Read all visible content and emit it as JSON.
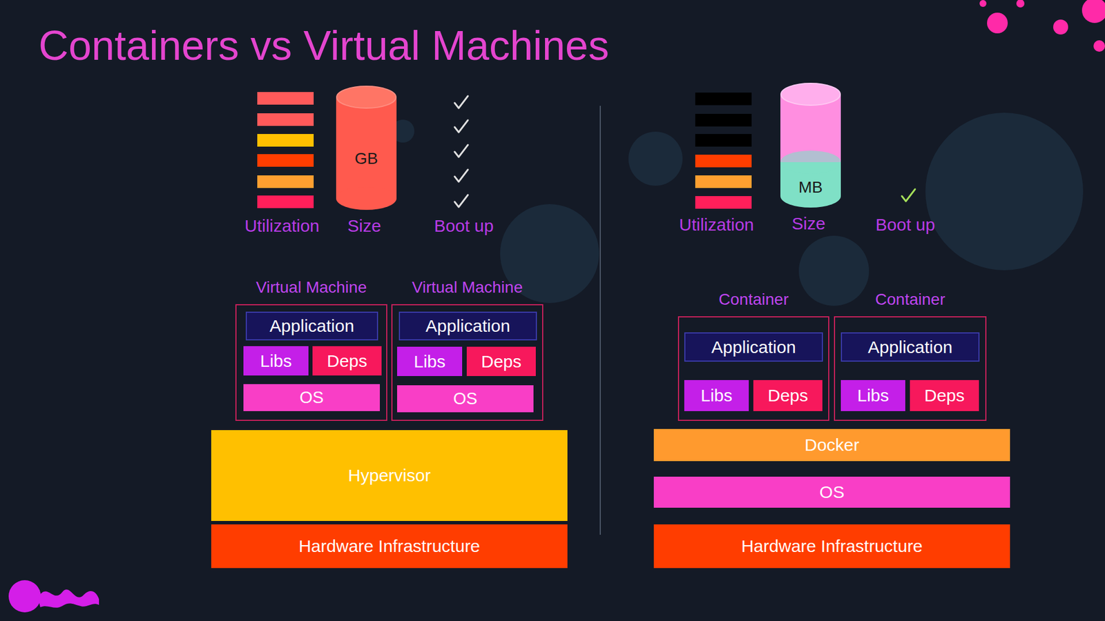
{
  "diagram": {
    "title": "Containers vs Virtual Machines",
    "nodes": [
      {
        "text": [
          "GB"
        ]
      },
      {
        "text": [
          "Virtual Machine"
        ]
      },
      {
        "text": [
          "Application"
        ],
        "in": 1
      },
      {
        "text": [
          "Libs"
        ],
        "in": 1
      },
      {
        "text": [
          "Deps"
        ],
        "in": 1
      },
      {
        "text": [
          "OS"
        ],
        "in": 1
      },
      {
        "text": [
          "Virtual Machine"
        ]
      },
      {
        "text": [
          "Application"
        ],
        "in": 6
      },
      {
        "text": [
          "Libs"
        ],
        "in": 6
      },
      {
        "text": [
          "Deps"
        ],
        "in": 6
      },
      {
        "text": [
          "OS"
        ],
        "in": 6
      },
      {
        "text": [
          "Hypervisor"
        ]
      },
      {
        "text": [
          "Hardware Infrastructure"
        ]
      },
      {
        "text": [
          "MB"
        ]
      },
      {
        "text": [
          "Container"
        ]
      },
      {
        "text": [
          "Application"
        ],
        "in": 14
      },
      {
        "text": [
          "Libs"
        ],
        "in": 14
      },
      {
        "text": [
          "Deps"
        ],
        "in": 14
      },
      {
        "text": [
          "Container"
        ]
      },
      {
        "text": [
          "Application"
        ],
        "in": 18
      },
      {
        "text": [
          "Libs"
        ],
        "in": 18
      },
      {
        "text": [
          "Deps"
        ],
        "in": 18
      },
      {
        "text": [
          "Docker"
        ]
      },
      {
        "text": [
          "OS"
        ]
      },
      {
        "text": [
          "Hardware Infrastructure"
        ]
      }
    ],
    "labels": [
      "Utilization",
      "Size",
      "Boot up",
      "Utilization",
      "Size",
      "Boot up"
    ]
  }
}
